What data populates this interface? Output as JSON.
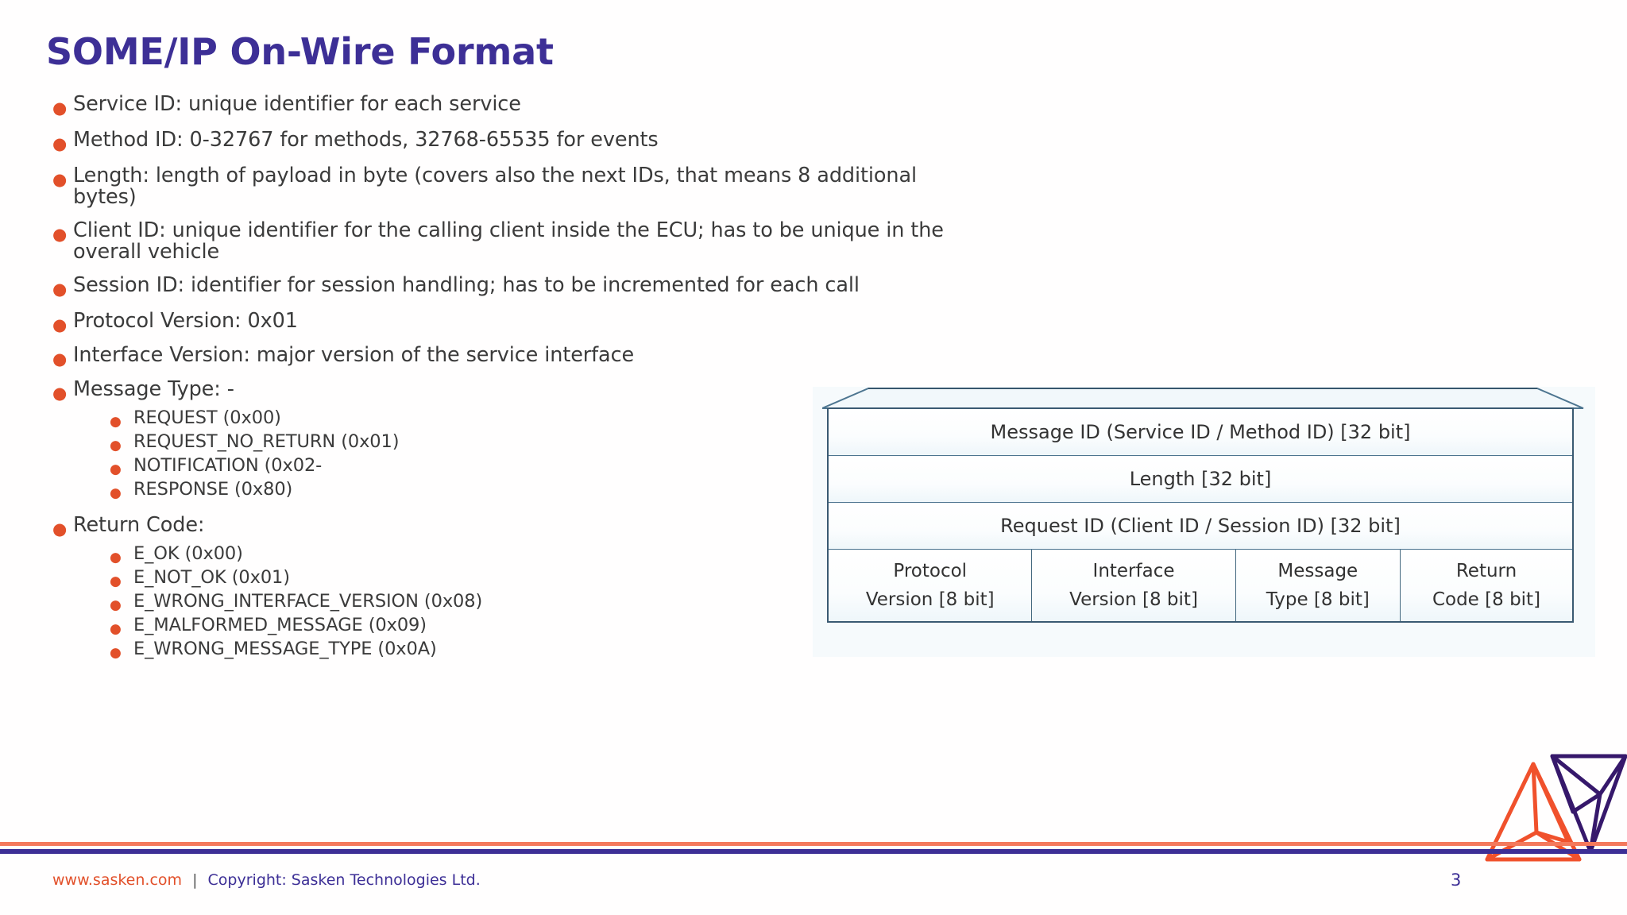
{
  "slide": {
    "title": "SOME/IP On-Wire Format",
    "page_number": "3",
    "accent_purple": "#3d2f96",
    "accent_orange": "#e2502a",
    "body_text_color": "#3b3b3b"
  },
  "bullets": [
    {
      "level": 1,
      "text": "Service ID: unique identifier for each service"
    },
    {
      "level": 1,
      "text": "Method ID: 0-32767 for methods, 32768-65535 for events"
    },
    {
      "level": 1,
      "text": "Length: length of payload in byte (covers also the next IDs, that means 8 additional bytes)"
    },
    {
      "level": 1,
      "text": "Client ID: unique identifier for the calling client inside the ECU; has to be unique in the overall vehicle"
    },
    {
      "level": 1,
      "text": "Session ID: identifier for session handling; has to be incremented for each call"
    },
    {
      "level": 1,
      "text": "Protocol Version: 0x01"
    },
    {
      "level": 1,
      "text": "Interface Version: major version of the service interface"
    },
    {
      "level": 1,
      "text": "Message Type: -"
    },
    {
      "level": 2,
      "text": "REQUEST (0x00)"
    },
    {
      "level": 2,
      "text": "REQUEST_NO_RETURN (0x01)"
    },
    {
      "level": 2,
      "text": "NOTIFICATION (0x02-"
    },
    {
      "level": 2,
      "text": "RESPONSE (0x80)"
    },
    {
      "level": 1,
      "text": "Return Code:"
    },
    {
      "level": 2,
      "text": "E_OK (0x00)"
    },
    {
      "level": 2,
      "text": "E_NOT_OK (0x01)"
    },
    {
      "level": 2,
      "text": "E_WRONG_INTERFACE_VERSION (0x08)"
    },
    {
      "level": 2,
      "text": "E_MALFORMED_MESSAGE (0x09)"
    },
    {
      "level": 2,
      "text": "E_WRONG_MESSAGE_TYPE (0x0A)"
    }
  ],
  "header_diagram": {
    "row1": "Message ID (Service ID / Method ID) [32 bit]",
    "row2": "Length [32 bit]",
    "row3": "Request ID (Client ID / Session ID) [32 bit]",
    "row4": [
      {
        "line1": "Protocol",
        "line2": "Version [8 bit]"
      },
      {
        "line1": "Interface",
        "line2": "Version [8 bit]"
      },
      {
        "line1": "Message",
        "line2": "Type [8 bit]"
      },
      {
        "line1": "Return",
        "line2": "Code [8 bit]"
      }
    ]
  },
  "footer": {
    "url": "www.sasken.com",
    "separator": "|",
    "copyright": "Copyright: Sasken Technologies Ltd."
  }
}
